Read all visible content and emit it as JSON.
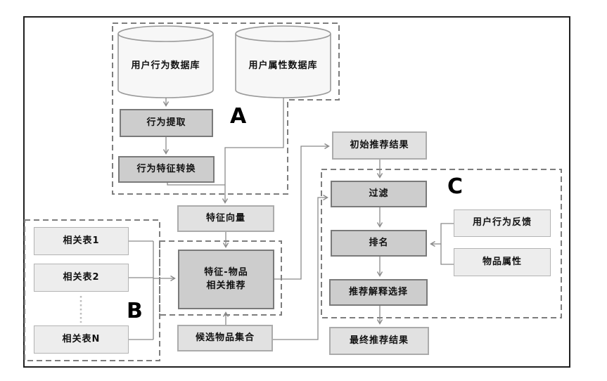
{
  "diagram": {
    "title_hint": "recommendation-pipeline-flowchart",
    "region_labels": {
      "a": "A",
      "b": "B",
      "c": "C"
    },
    "nodes": {
      "user_behavior_db": "用户行为数据库",
      "user_attr_db": "用户属性数据库",
      "behavior_extract": "行为提取",
      "behavior_feature_convert": "行为特征转换",
      "feature_vector": "特征向量",
      "related_table_1": "相关表1",
      "related_table_2": "相关表2",
      "related_table_n": "相关表N",
      "feature_item_rec_line1": "特征-物品",
      "feature_item_rec_line2": "相关推荐",
      "candidate_item_set": "候选物品集合",
      "initial_rec_results": "初始推荐结果",
      "filter": "过滤",
      "ranking": "排名",
      "rec_explanation_select": "推荐解释选择",
      "final_rec_results": "最终推荐结果",
      "user_behavior_feedback": "用户行为反馈",
      "item_attributes": "物品属性"
    },
    "colors": {
      "frame_border": "#1f1f1f",
      "dark_box_fill": "#cdcdcd",
      "dark_box_border": "#7a7a7a",
      "light_box_fill": "#e1e1e1",
      "light_box_border": "#ababab",
      "lighter_box_fill": "#ededed",
      "cylinder_fill": "#f7f7f7",
      "connector": "#8a8a8a",
      "dashed_region": "#7d7d7d",
      "text": "#111111"
    }
  }
}
